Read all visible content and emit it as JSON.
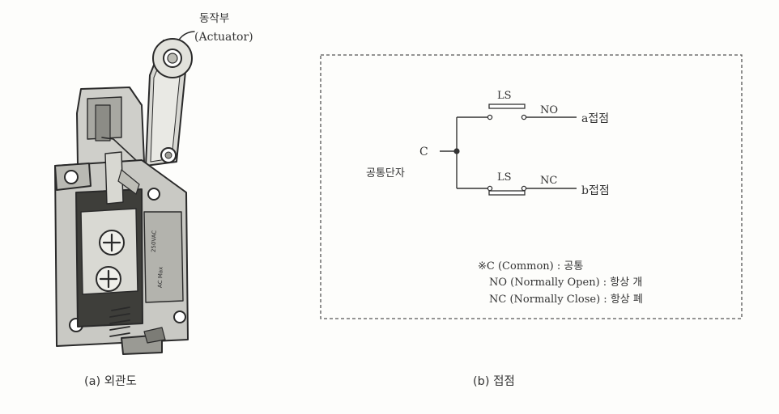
{
  "left_figure": {
    "actuator_label_ko": "동작부",
    "actuator_label_en": "(Actuator)",
    "caption": "(a) 외관도",
    "device_marking_1": "250VAC",
    "device_marking_2": "AC Max"
  },
  "right_figure": {
    "caption": "(b) 접점",
    "common_terminal_letter": "C",
    "common_terminal_label": "공통단자",
    "top_switch_label": "LS",
    "top_contact_type": "NO",
    "top_contact_name": "a접점",
    "bottom_switch_label": "LS",
    "bottom_contact_type": "NC",
    "bottom_contact_name": "b접점",
    "legend": {
      "line1": "※C (Common) : 공통",
      "line2": "NO (Normally Open) : 항상 개",
      "line3": "NC (Normally Close) : 항상 폐"
    }
  }
}
